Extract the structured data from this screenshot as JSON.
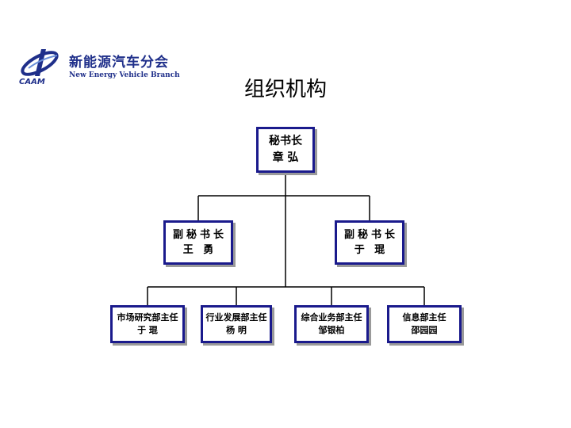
{
  "header": {
    "brand_cn": "新能源汽车分会",
    "brand_en": "New Energy Vehicle Branch",
    "logo_text": "CAAM"
  },
  "page": {
    "title": "组织机构"
  },
  "org": {
    "top": {
      "role": "秘书长",
      "name": "章 弘"
    },
    "deputies": [
      {
        "role": "副秘书长",
        "name": "王 勇"
      },
      {
        "role": "副秘书长",
        "name": "于 琨"
      }
    ],
    "departments": [
      {
        "role": "市场研究部主任",
        "name": "于 琨"
      },
      {
        "role": "行业发展部主任",
        "name": "杨 明"
      },
      {
        "role": "综合业务部主任",
        "name": "邹银柏"
      },
      {
        "role": "信息部主任",
        "name": "邵园园"
      }
    ]
  },
  "colors": {
    "border": "#1a1a8c",
    "brand": "#1f2f8a",
    "connector": "#000000"
  }
}
